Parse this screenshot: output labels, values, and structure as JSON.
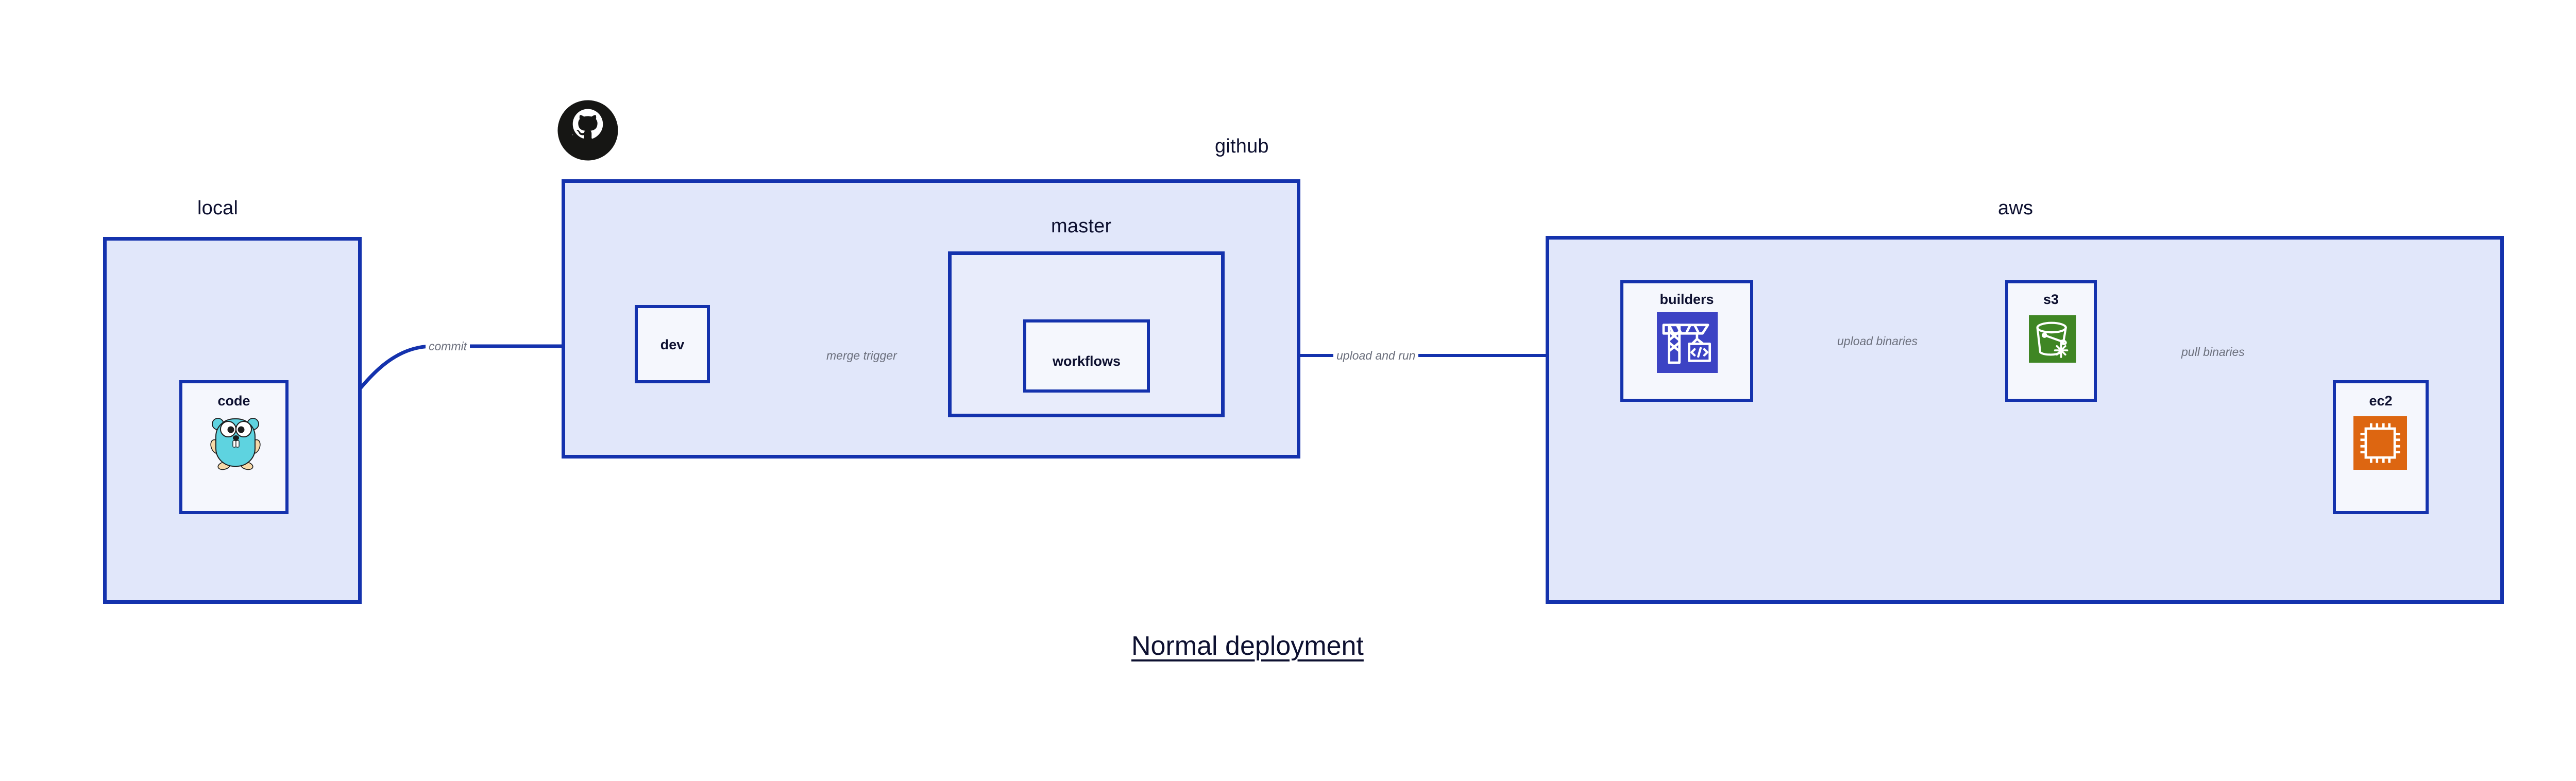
{
  "diagram": {
    "caption": "Normal deployment",
    "colors": {
      "edge": "#1432ad",
      "group_border": "#1432ad",
      "group_fill": "#e1e7fa",
      "node_fill": "#eaeefb",
      "label_text": "#0d1030",
      "edge_label_text": "#6b6f7c",
      "codebuild_blue": "#3c43c4",
      "s3_green": "#3f8624",
      "ec2_orange": "#dd6611",
      "gopher_cyan": "#5ed3e0",
      "github_black": "#161614"
    }
  },
  "groups": [
    {
      "id": "local",
      "label": "local"
    },
    {
      "id": "github",
      "label": "github"
    },
    {
      "id": "master",
      "label": "master"
    },
    {
      "id": "aws",
      "label": "aws"
    }
  ],
  "nodes": [
    {
      "id": "code",
      "label": "code",
      "icon": "go-gopher-icon"
    },
    {
      "id": "dev",
      "label": "dev",
      "icon": null
    },
    {
      "id": "workflows",
      "label": "workflows",
      "icon": null
    },
    {
      "id": "builders",
      "label": "builders",
      "icon": "aws-codebuild-icon"
    },
    {
      "id": "s3",
      "label": "s3",
      "icon": "aws-s3-bucket-icon"
    },
    {
      "id": "ec2",
      "label": "ec2",
      "icon": "aws-ec2-chip-icon"
    }
  ],
  "edges": [
    {
      "id": "commit",
      "label": "commit",
      "from": "code",
      "to": "dev"
    },
    {
      "id": "merge-trigger",
      "label": "merge trigger",
      "from": "dev",
      "to": "workflows"
    },
    {
      "id": "upload-and-run",
      "label": "upload and run",
      "from": "workflows",
      "to": "builders"
    },
    {
      "id": "upload-binaries",
      "label": "upload binaries",
      "from": "builders",
      "to": "s3"
    },
    {
      "id": "pull-binaries",
      "label": "pull binaries",
      "from": "s3",
      "to": "ec2"
    }
  ],
  "logos": [
    {
      "id": "github-octocat",
      "name": "github-octocat-logo"
    }
  ]
}
